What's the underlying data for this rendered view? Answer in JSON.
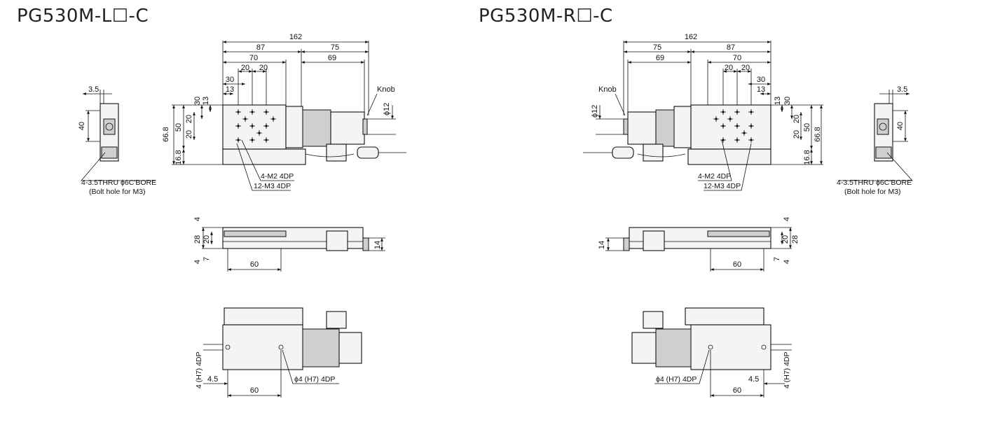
{
  "left": {
    "title": "PG530M-L☐-C",
    "top": {
      "overall": "162",
      "d87": "87",
      "d75": "75",
      "d70": "70",
      "d69": "69",
      "d20a": "20",
      "d20b": "20",
      "d30": "30",
      "d13": "13",
      "knob": "Knob",
      "phi12": "ϕ12"
    },
    "vert": {
      "h668": "66.8",
      "h50": "50",
      "h30": "30",
      "h13": "13",
      "h20a": "20",
      "h20b": "20",
      "h168": "16.8"
    },
    "endview": {
      "d35": "3.5",
      "d40": "40",
      "bolt1": "4-3.5THRU ϕ6C'BORE",
      "bolt2": "(Bolt hole for M3)"
    },
    "callouts": {
      "m2": "4-M2 4DP",
      "m3": "12-M3 4DP"
    },
    "side": {
      "d4": "4",
      "d28": "28",
      "d20": "20",
      "d4b": "4",
      "d7": "7",
      "d14": "14",
      "d60": "60"
    },
    "bottom": {
      "pin": "4 (H7) 4DP",
      "d45": "4.5",
      "d60": "60",
      "hole": "ϕ4 (H7) 4DP"
    }
  },
  "right": {
    "title": "PG530M-R☐-C",
    "top": {
      "overall": "162",
      "d87": "87",
      "d75": "75",
      "d70": "70",
      "d69": "69",
      "d20a": "20",
      "d20b": "20",
      "d30": "30",
      "d13": "13",
      "knob": "Knob",
      "phi12": "ϕ12"
    },
    "vert": {
      "h668": "66.8",
      "h50": "50",
      "h30": "30",
      "h13": "13",
      "h20a": "20",
      "h20b": "20",
      "h168": "16.8"
    },
    "endview": {
      "d35": "3.5",
      "d40": "40",
      "bolt1": "4-3.5THRU ϕ6C'BORE",
      "bolt2": "(Bolt hole for M3)"
    },
    "callouts": {
      "m2": "4-M2 4DP",
      "m3": "12-M3 4DP"
    },
    "side": {
      "d4": "4",
      "d28": "28",
      "d20": "20",
      "d4b": "4",
      "d7": "7",
      "d14": "14",
      "d60": "60"
    },
    "bottom": {
      "pin": "4 (H7) 4DP",
      "d45": "4.5",
      "d60": "60",
      "hole": "ϕ4 (H7) 4DP"
    }
  }
}
